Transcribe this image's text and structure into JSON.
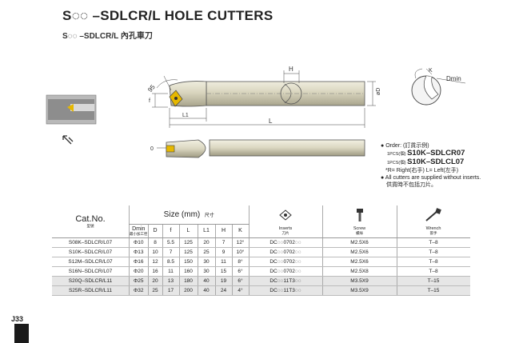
{
  "header": {
    "title": "S◌◌ –SDLCR/L HOLE CUTTERS",
    "subtitle": "S◌◌ –SDLCR/L 內孔車刀"
  },
  "drawing": {
    "angle_label": "95",
    "f_label": "f",
    "l1_label": "L1",
    "l_label": "L",
    "h_label": "H",
    "d_label": "øD",
    "k_label": "K",
    "dmin_label": "Dmin",
    "zero_label": "0"
  },
  "order": {
    "line1": "Order: (訂貨示例)",
    "line2_prefix": "1PCS(個) ",
    "line2_code": "S10K–SDLCR07",
    "line3_prefix": "1PCS(個) ",
    "line3_code": "S10K–SDLCL07",
    "line4": "*R= Right(右手)   L= Left(左手)",
    "line5": "All cutters are supplied without inserts.",
    "line6": "供貨時不包括刀片。"
  },
  "table": {
    "cat_no": "Cat.No.",
    "cat_no_cn": "型號",
    "size_label": "Size (mm)",
    "size_label_cn": "尺寸",
    "dmin": "Dmin",
    "dmin_cn": "最小加工徑",
    "cols": [
      "D",
      "f",
      "L",
      "L1",
      "H",
      "K"
    ],
    "inserts": "Inserts",
    "inserts_cn": "刀片",
    "screw": "Screw",
    "screw_cn": "螺絲",
    "wrench": "Wrench",
    "wrench_cn": "扳手",
    "rows": [
      {
        "cat": "S08K–SDLCR/L07",
        "dmin": "Φ10",
        "d": "8",
        "f": "5.5",
        "l": "125",
        "l1": "20",
        "h": "7",
        "k": "12°",
        "insert": "DC◌◌0702◌◌",
        "screw": "M2.5X6",
        "wrench": "T–8"
      },
      {
        "cat": "S10K–SDLCR/L07",
        "dmin": "Φ13",
        "d": "10",
        "f": "7",
        "l": "125",
        "l1": "25",
        "h": "9",
        "k": "10°",
        "insert": "DC◌◌0702◌◌",
        "screw": "M2.5X6",
        "wrench": "T–8"
      },
      {
        "cat": "S12M–SDLCR/L07",
        "dmin": "Φ16",
        "d": "12",
        "f": "8.5",
        "l": "150",
        "l1": "30",
        "h": "11",
        "k": "8°",
        "insert": "DC◌◌0702◌◌",
        "screw": "M2.5X6",
        "wrench": "T–8"
      },
      {
        "cat": "S16N–SDLCR/L07",
        "dmin": "Φ20",
        "d": "16",
        "f": "11",
        "l": "160",
        "l1": "30",
        "h": "15",
        "k": "6°",
        "insert": "DC◌◌0702◌◌",
        "screw": "M2.5X8",
        "wrench": "T–8"
      },
      {
        "cat": "S20Q–SDLCR/L11",
        "dmin": "Φ25",
        "d": "20",
        "f": "13",
        "l": "180",
        "l1": "40",
        "h": "19",
        "k": "6°",
        "insert": "DC◌◌11T3◌◌",
        "screw": "M3.5X9",
        "wrench": "T–15"
      },
      {
        "cat": "S25R–SDLCR/L11",
        "dmin": "Φ32",
        "d": "25",
        "f": "17",
        "l": "200",
        "l1": "40",
        "h": "24",
        "k": "4°",
        "insert": "DC◌◌11T3◌◌",
        "screw": "M3.5X9",
        "wrench": "T–15"
      }
    ]
  },
  "footer": {
    "page_number": "J33"
  },
  "colors": {
    "tool_body": "#d6d2bc",
    "insert_yellow": "#e6b800",
    "row_shade": "#e6e6e6"
  }
}
